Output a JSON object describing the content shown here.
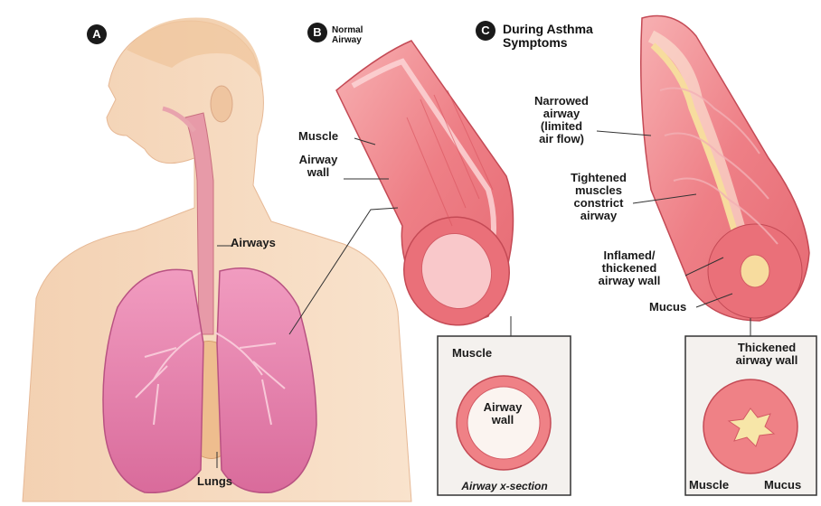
{
  "panel_a": {
    "letter": "A",
    "labels": {
      "airways": "Airways",
      "lungs": "Lungs"
    }
  },
  "panel_b": {
    "letter": "B",
    "title": "Normal\nAirway",
    "labels": {
      "muscle": "Muscle",
      "airway_wall": "Airway\nwall"
    }
  },
  "panel_c": {
    "letter": "C",
    "title": "During Asthma\nSymptoms",
    "labels": {
      "narrowed": "Narrowed\nairway\n(limited\nair flow)",
      "tightened": "Tightened\nmuscles\nconstrict\nairway",
      "inflamed": "Inflamed/\nthickened\nairway wall",
      "mucus": "Mucus"
    }
  },
  "xsection_normal": {
    "muscle": "Muscle",
    "airway_wall": "Airway\nwall",
    "caption": "Airway x-section"
  },
  "xsection_asthma": {
    "thickened": "Thickened\nairway wall",
    "muscle": "Muscle",
    "mucus": "Mucus"
  },
  "colors": {
    "skin": "#f6d9bd",
    "lung": "#e98ab0",
    "airway_pink": "#f08a8f",
    "muscle_red": "#e2606a",
    "mucus": "#f5dc9a"
  }
}
